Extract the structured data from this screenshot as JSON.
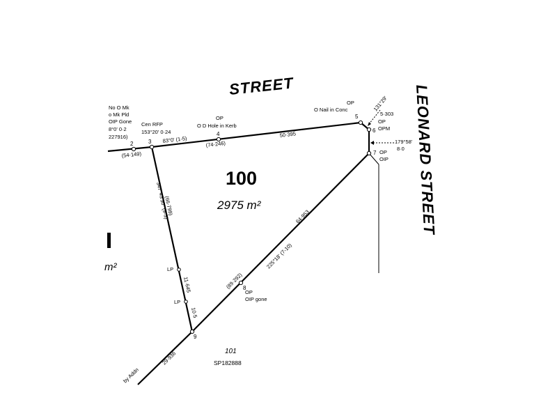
{
  "streets": {
    "top": "STREET",
    "right": "LEONARD STREET"
  },
  "lot_main": {
    "number": "100",
    "area": "2975 m²"
  },
  "lot_south": {
    "number": "101",
    "plan": "SP182888"
  },
  "lot_left": {
    "number_fragment": "l",
    "area_fragment": "m²"
  },
  "corners": {
    "c2": "2",
    "c3": "3",
    "c4": "4",
    "c5": "5",
    "c6": "6",
    "c7": "7",
    "c8": "8",
    "c9": "9"
  },
  "marks": {
    "left_notes": [
      "No O Mk",
      "o Mk Pld",
      "OIP Gone",
      "8°0' 0·2",
      "227916)"
    ],
    "cen_rfp": "Cen RFP",
    "cen_rfp_bearing": "153°20' 0·24",
    "op4": "OP",
    "op4_desc": "O D Hole in Kerb",
    "op5": "OP",
    "op5_desc": "O Nail in Conc",
    "op6": "OP",
    "op6_desc": "OPM",
    "op7": "OP",
    "op7_desc": "OIP",
    "op8": "OP",
    "op8_desc": "OIP gone",
    "lp_upper": "LP",
    "lp_lower": "LP"
  },
  "dimensions": {
    "top_bearing": "83°0' (1-5)",
    "top_left_dist": "(54·149)",
    "top_mid_dist": "(74·246)",
    "top_right_dist": "50·395",
    "corner_bearing": "131°29'",
    "corner_dist": "5·303",
    "right_bearing": "179°58'",
    "right_dist": "8·0",
    "west_bearing": "347°43'30\" (9-3)",
    "west_dist": "(66·799)",
    "west_lower_dist": "11·645",
    "west_bottom_dist": "10·5",
    "diag_bearing": "225°18' (7-10)",
    "diag_dist": "64·953",
    "diag_lower_dist": "(89·292)",
    "sw_dist": "29·936",
    "sw_note": "by Addn"
  }
}
